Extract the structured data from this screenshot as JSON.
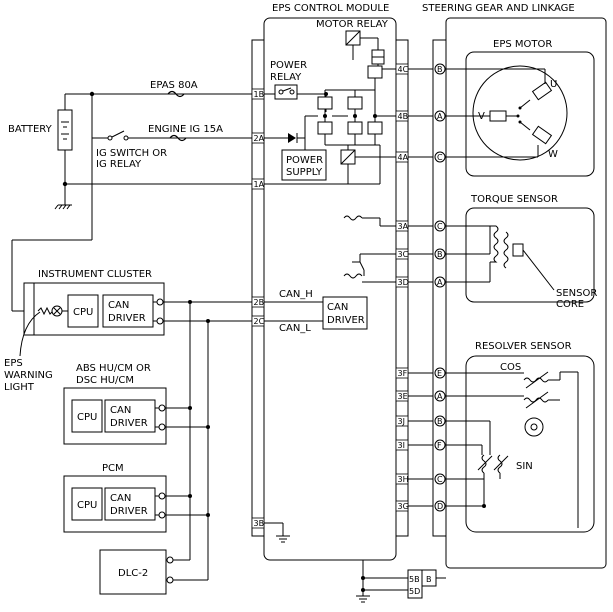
{
  "headers": {
    "eps_module": "EPS CONTROL MODULE",
    "steering_gear": "STEERING GEAR AND LINKAGE"
  },
  "labels": {
    "motor_relay": "MOTOR RELAY",
    "power_relay_1": "POWER",
    "power_relay_2": "RELAY",
    "power_supply_1": "POWER",
    "power_supply_2": "SUPPLY",
    "epas_fuse": "EPAS 80A",
    "engine_ig_fuse": "ENGINE IG 15A",
    "battery": "BATTERY",
    "ig_switch_1": "IG SWITCH OR",
    "ig_switch_2": "IG RELAY",
    "eps_motor": "EPS MOTOR",
    "motor_u": "U",
    "motor_v": "V",
    "motor_w": "W",
    "torque_sensor": "TORQUE SENSOR",
    "sensor_core_1": "SENSOR",
    "sensor_core_2": "CORE",
    "resolver_sensor": "RESOLVER SENSOR",
    "cos": "COS",
    "sin": "SIN",
    "instrument_cluster": "INSTRUMENT CLUSTER",
    "cpu": "CPU",
    "can": "CAN",
    "driver": "DRIVER",
    "can_h": "CAN_H",
    "can_l": "CAN_L",
    "eps_warning_1": "EPS",
    "eps_warning_2": "WARNING",
    "eps_warning_3": "LIGHT",
    "abs_1": "ABS HU/CM OR",
    "abs_2": "DSC HU/CM",
    "pcm": "PCM",
    "dlc": "DLC-2"
  },
  "pins": {
    "p1B": "1B",
    "p2A": "2A",
    "p1A": "1A",
    "p2B": "2B",
    "p2C": "2C",
    "p3B": "3B",
    "p4C": "4C",
    "p4B": "4B",
    "p4A": "4A",
    "p3A": "3A",
    "p3C": "3C",
    "p3D": "3D",
    "p3F": "3F",
    "p3E": "3E",
    "p3J": "3J",
    "p3I": "3I",
    "p3H": "3H",
    "p3G": "3G",
    "p5B": "5B",
    "p5D": "5D"
  },
  "oval_pins": {
    "m1": "B",
    "m2": "A",
    "m3": "C",
    "t1": "C",
    "t2": "B",
    "t3": "A",
    "r1": "E",
    "r2": "A",
    "r3": "B",
    "r4": "F",
    "r5": "C",
    "r6": "D",
    "g1": "B"
  }
}
